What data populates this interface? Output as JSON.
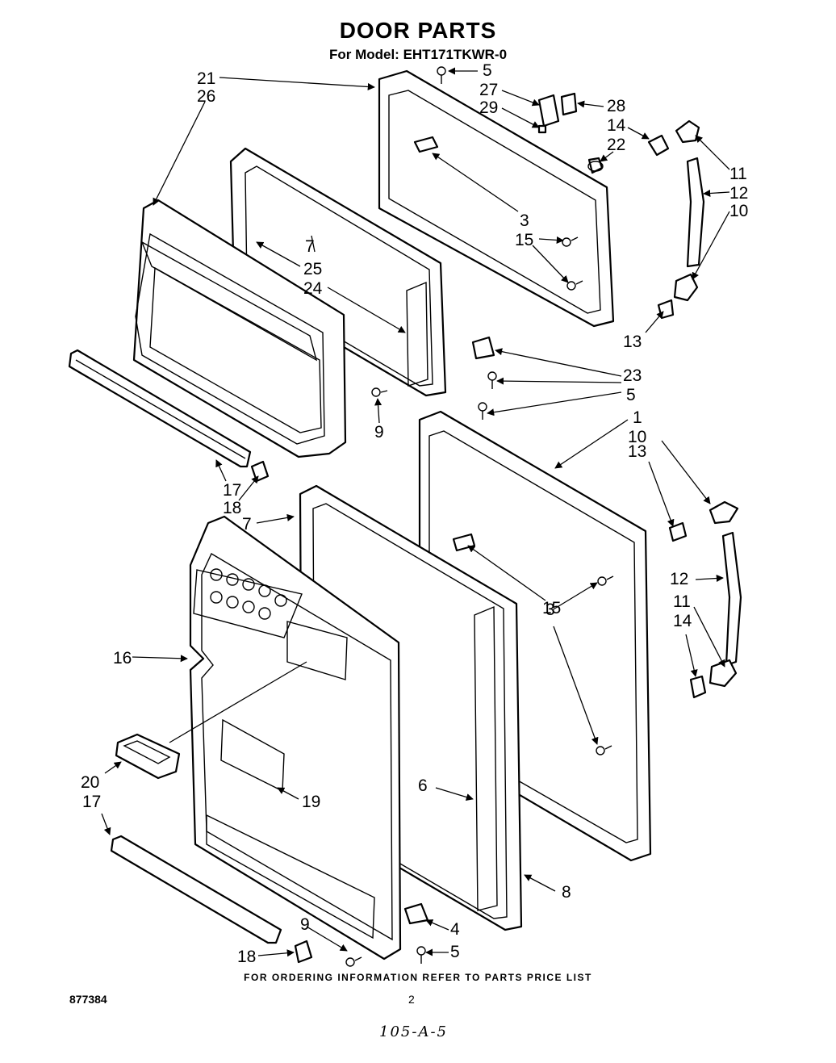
{
  "title": "DOOR PARTS",
  "subtitle": "For Model: EHT171TKWR-0",
  "footer_note": "FOR ORDERING INFORMATION REFER TO PARTS PRICE LIST",
  "diagram_number": "877384",
  "page_number": "2",
  "handwritten_note": "105-A-5",
  "callouts": [
    "21",
    "26",
    "5",
    "27",
    "29",
    "28",
    "14",
    "22",
    "11",
    "12",
    "10",
    "3",
    "15",
    "13",
    "7",
    "25",
    "24",
    "23",
    "5",
    "9",
    "1",
    "10",
    "13",
    "17",
    "18",
    "7",
    "3",
    "12",
    "15",
    "11",
    "14",
    "16",
    "20",
    "17",
    "19",
    "6",
    "8",
    "9",
    "4",
    "5",
    "18"
  ]
}
